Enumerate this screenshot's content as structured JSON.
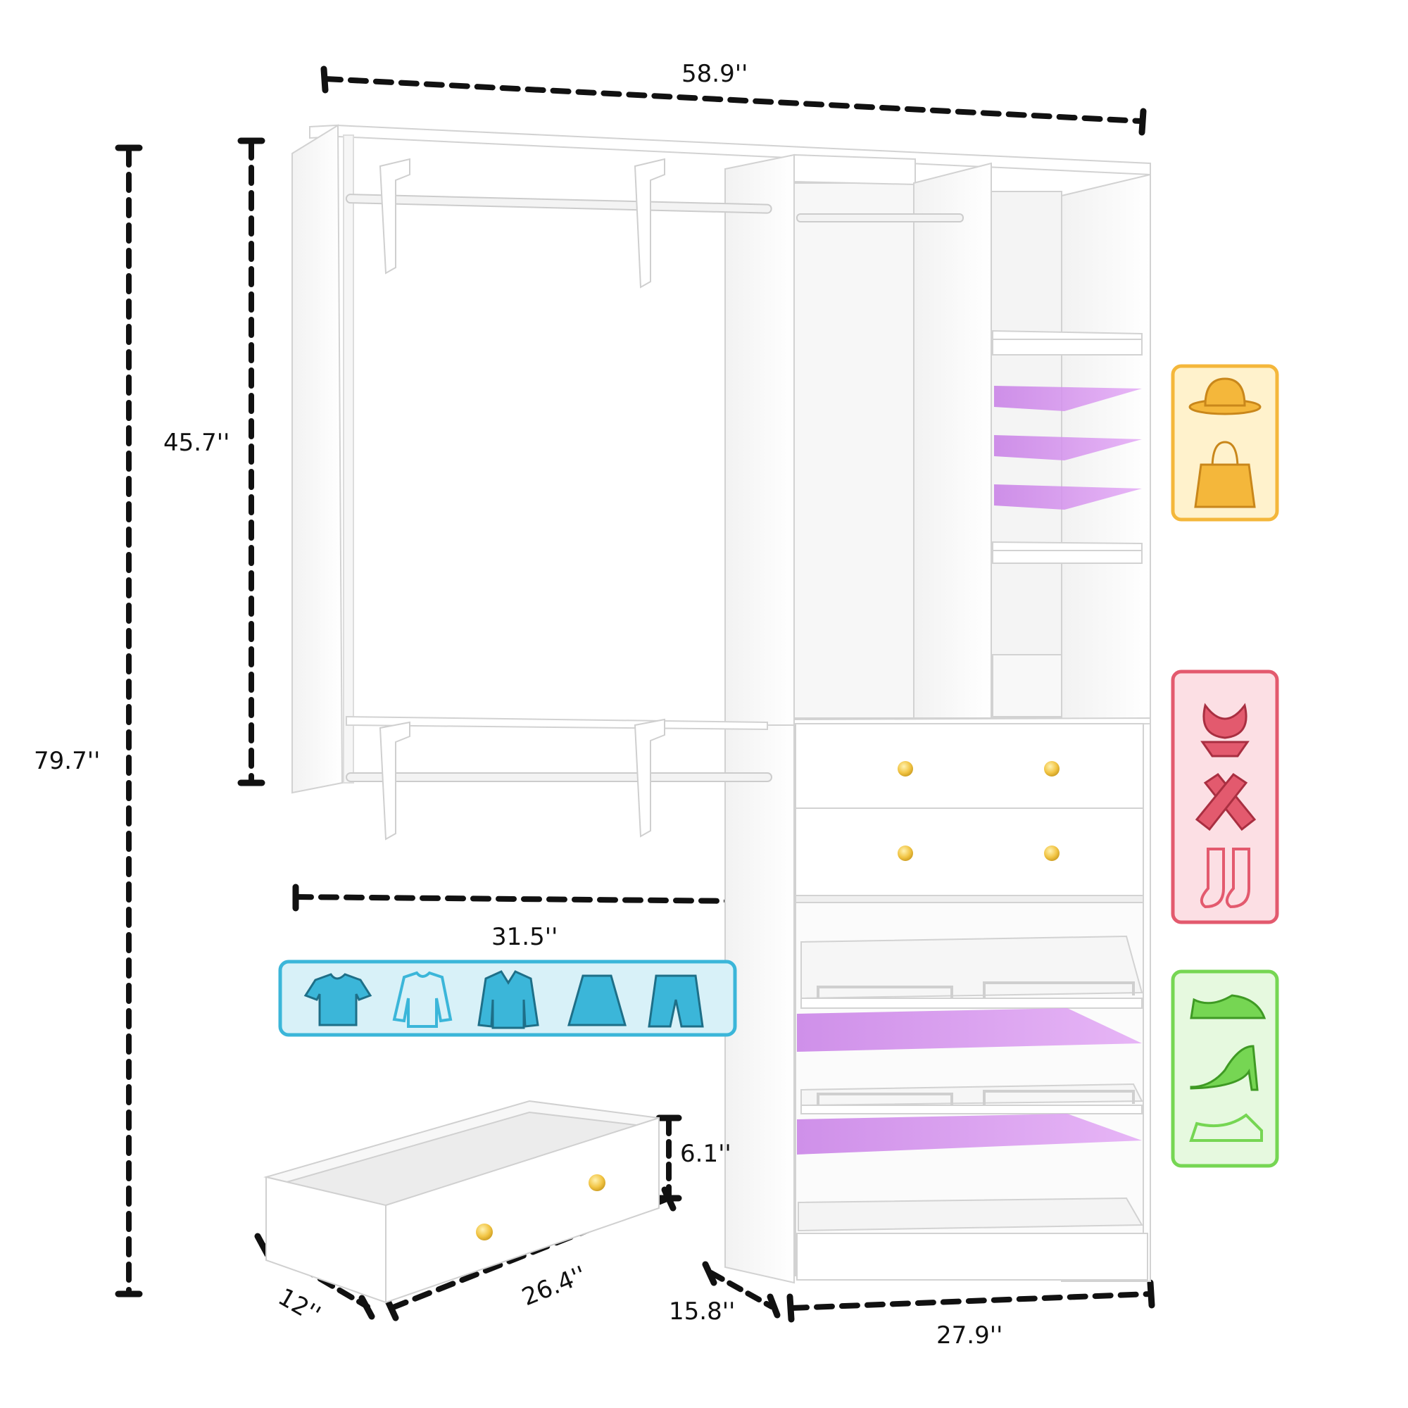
{
  "dimensions": {
    "overall_width": "58.9''",
    "hanging_height": "45.7''",
    "overall_height": "79.7''",
    "rod_width": "31.5''",
    "drawer_height": "6.1''",
    "drawer_depth": "12''",
    "drawer_width": "26.4''",
    "tower_depth": "15.8''",
    "tower_width": "27.9''"
  },
  "categories": {
    "hanging": {
      "icons": [
        "t-shirt-icon",
        "sweater-icon",
        "jacket-icon",
        "skirt-icon",
        "shorts-icon"
      ],
      "color": "#3bb6d9",
      "background": "#d8f1f8"
    },
    "accessories": {
      "icons": [
        "hat-icon",
        "handbag-icon"
      ],
      "color": "#f4b73b",
      "background": "#fff2cc"
    },
    "underwear": {
      "icons": [
        "bikini-icon",
        "scarf-icon",
        "socks-icon"
      ],
      "color": "#e35a6e",
      "background": "#fcdfe4"
    },
    "shoes": {
      "icons": [
        "dress-shoe-icon",
        "high-heel-icon",
        "sneaker-icon"
      ],
      "color": "#76d653",
      "background": "#e6f9df"
    }
  },
  "colors": {
    "closet": "#ffffff",
    "shelf_highlight": "#d98cf0",
    "knob": "#f2c545",
    "dimension_line": "#111111"
  }
}
